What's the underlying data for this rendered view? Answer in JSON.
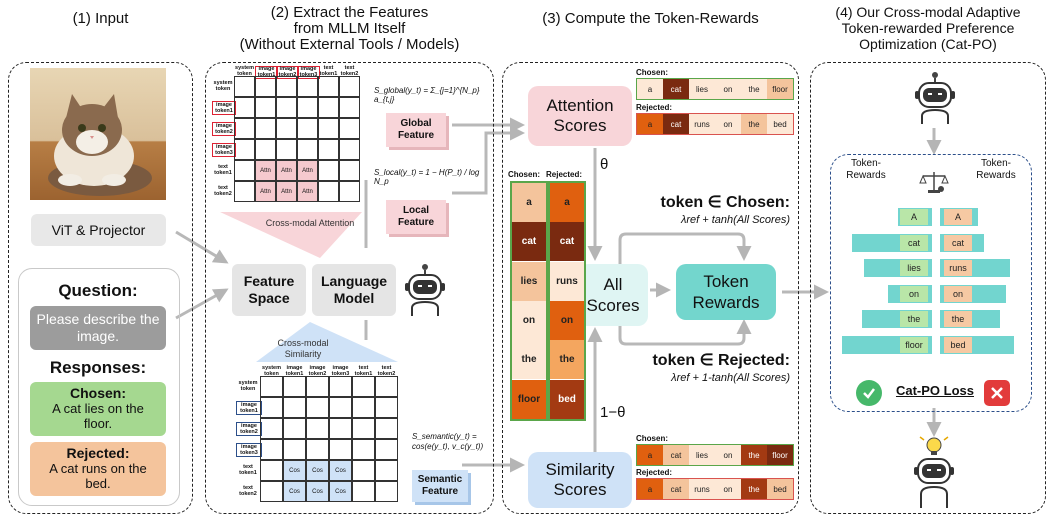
{
  "panel1": {
    "title": "(1) Input",
    "vit": "ViT & Projector",
    "question_label": "Question:",
    "question_text": "Please describe the image.",
    "responses_label": "Responses:",
    "chosen_label": "Chosen:",
    "chosen_text": "A cat lies on the floor.",
    "rejected_label": "Rejected:",
    "rejected_text": "A cat runs on the bed."
  },
  "panel2": {
    "title_line1": "(2) Extract the Features",
    "title_line2": "from MLLM Itself",
    "title_line3": "(Without External Tools / Models)",
    "attn_cols": [
      "system token",
      "image token1",
      "image token2",
      "image token3",
      "text token1",
      "text token2"
    ],
    "attn_rows": [
      "system token",
      "image token1",
      "image token2",
      "image token3",
      "text token1",
      "text token2"
    ],
    "attn_cell": "Attn",
    "cos_cell": "Cos",
    "cross_attention": "Cross-modal Attention",
    "cross_similarity": "Cross-modal Similarity",
    "global_formula": "S_global(y_t) = Σ_{j=1}^{N_p} a_{t,j}",
    "local_formula": "S_local(y_t) = 1 − H(P_t) / log N_p",
    "semantic_formula_1": "S_semantic(y_t) =",
    "semantic_formula_2": "cos(e(y_t), v_c(y_t))",
    "global_feature": "Global Feature",
    "local_feature": "Local Feature",
    "semantic_feature": "Semantic Feature",
    "feature_space": "Feature Space",
    "language_model": "Language Model"
  },
  "panel3": {
    "title": "(3) Compute the Token-Rewards",
    "attention_scores": "Attention Scores",
    "similarity_scores": "Similarity Scores",
    "theta": "θ",
    "one_minus_theta": "1−θ",
    "all_scores": "All Scores",
    "token_rewards": "Token Rewards",
    "chosen_label": "Chosen:",
    "rejected_label": "Rejected:",
    "chosen_col_label": "Chosen:",
    "rejected_col_label": "Rejected:",
    "chosen_tokens": [
      "a",
      "cat",
      "lies",
      "on",
      "the",
      "floor"
    ],
    "rejected_tokens": [
      "a",
      "cat",
      "runs",
      "on",
      "the",
      "bed"
    ],
    "token_chosen": "token ∈ Chosen:",
    "token_rejected": "token ∈ Rejected:",
    "formula_chosen": "λref + tanh(All Scores)",
    "formula_rejected": "λref + 1-tanh(All Scores)"
  },
  "panel4": {
    "title_line1": "(4) Our Cross-modal Adaptive",
    "title_line2": "Token-rewarded Preference",
    "title_line3": "Optimization (Cat-PO)",
    "token_rewards_left": "Token- Rewards",
    "token_rewards_right": "Token- Rewards",
    "left_tokens": [
      "A",
      "cat",
      "lies",
      "on",
      "the",
      "floor"
    ],
    "right_tokens": [
      "A",
      "cat",
      "runs",
      "on",
      "the",
      "bed"
    ],
    "loss": "Cat-PO Loss"
  },
  "colors": {
    "attention_box": "#f8d5d9",
    "similarity_box": "#cfe2f7",
    "all_scores": "#dff5f3",
    "token_rewards": "#73d6cd",
    "chosen_green": "#9fd58c",
    "rejected_orange": "#f4c49c",
    "dark_brown": "#7a2a10",
    "teal_bar": "#72d5cf"
  }
}
